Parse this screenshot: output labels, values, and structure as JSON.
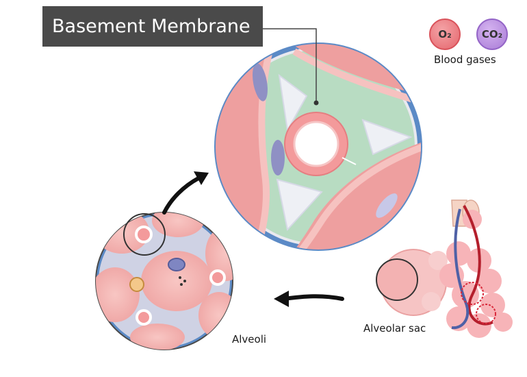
{
  "title": "Basement Membrane",
  "gases": {
    "o2_label": "O₂",
    "co2_label": "CO₂",
    "caption": "Blood gases"
  },
  "labels": {
    "alveoli": "Alveoli",
    "alveolar_sac": "Alveolar sac"
  },
  "colors": {
    "tissue_pink": "#f2a7a6",
    "tissue_red": "#e58a8c",
    "membrane_green": "#b8dcc2",
    "ring_blue": "#5b8ac6",
    "title_bg": "#4a4a4a",
    "o2": "#e5666d",
    "co2": "#a87bd6"
  }
}
